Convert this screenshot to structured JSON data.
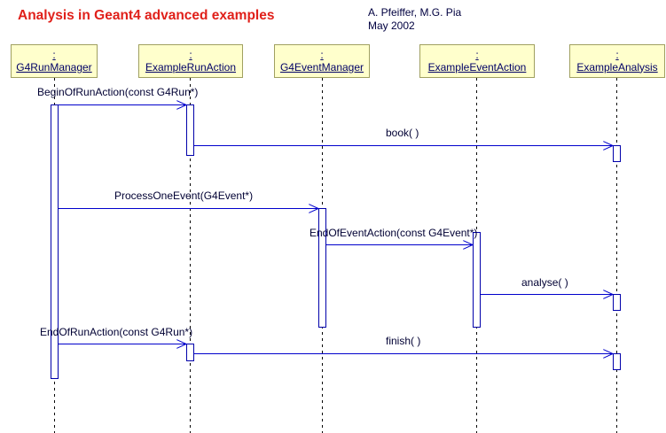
{
  "header": {
    "title": "Analysis in Geant4 advanced examples",
    "authors": "A. Pfeiffer, M.G. Pia",
    "date": "May 2002"
  },
  "objects": [
    {
      "colon": ":",
      "name": "G4RunManager"
    },
    {
      "colon": ":",
      "name": "ExampleRunAction"
    },
    {
      "colon": ":",
      "name": "G4EventManager"
    },
    {
      "colon": ":",
      "name": "ExampleEventAction"
    },
    {
      "colon": ":",
      "name": "ExampleAnalysis"
    }
  ],
  "messages": [
    {
      "label": "BeginOfRunAction(const G4Run*)",
      "from": 0,
      "to": 1
    },
    {
      "label": "book( )",
      "from": 1,
      "to": 4
    },
    {
      "label": "ProcessOneEvent(G4Event*)",
      "from": 0,
      "to": 2
    },
    {
      "label": "EndOfEventAction(const G4Event*)",
      "from": 2,
      "to": 3
    },
    {
      "label": "analyse( )",
      "from": 3,
      "to": 4
    },
    {
      "label": "EndOfRunAction(const G4Run*)",
      "from": 0,
      "to": 1
    },
    {
      "label": "finish( )",
      "from": 1,
      "to": 4
    }
  ],
  "colors": {
    "title": "#e0201a",
    "lifeline_box_fill": "#ffffcc",
    "arrow": "#0000cc",
    "activation_border": "#0000aa"
  }
}
